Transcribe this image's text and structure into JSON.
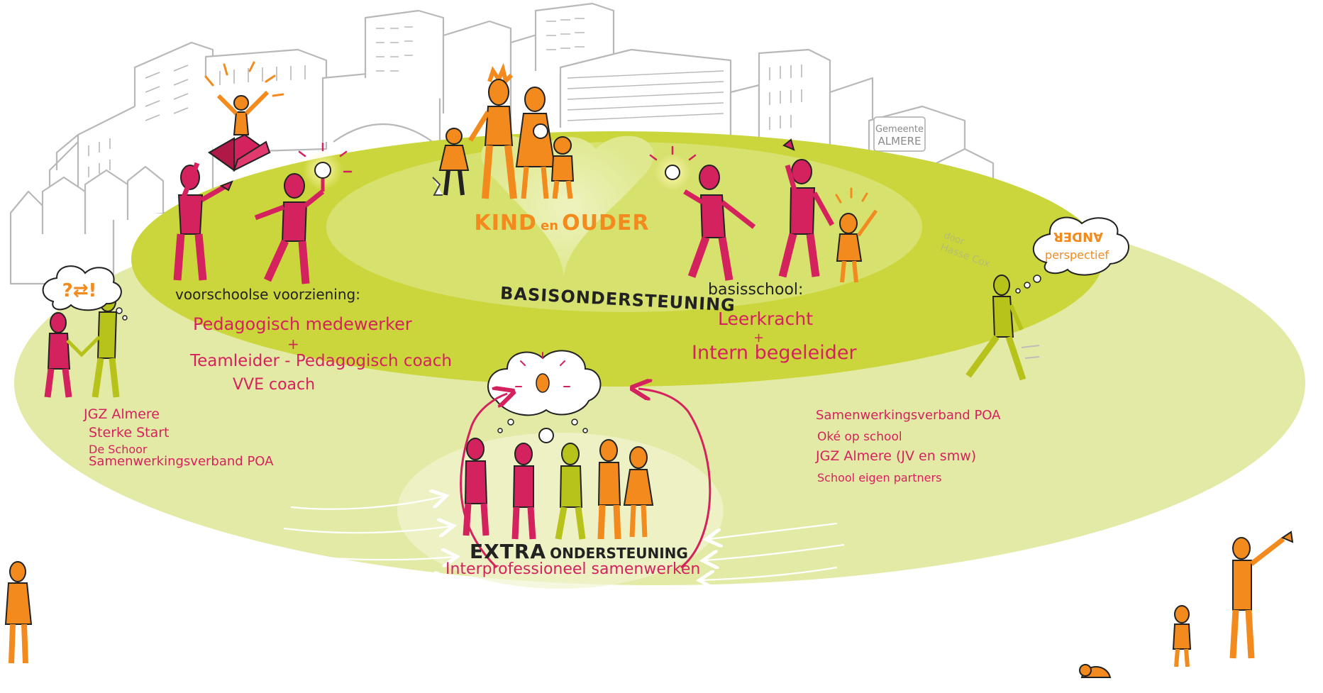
{
  "colors": {
    "magenta": "#d4225e",
    "orange": "#f28a1e",
    "lime": "#b7c21a",
    "light_green": "#e3eaa5",
    "inner_green": "#cbd63c",
    "city_grey": "#b8b8b8"
  },
  "center": {
    "kind": "KIND",
    "en": "en",
    "ouder": "OUDER",
    "basis": "BASISONDERSTEUNING"
  },
  "left_box": {
    "heading": "voorschoolse voorziening:",
    "line1": "Pedagogisch medewerker",
    "plus": "+",
    "line2": "Teamleider - Pedagogisch coach",
    "line3": "VVE coach"
  },
  "right_box": {
    "heading": "basisschool:",
    "line1": "Leerkracht",
    "plus": "+",
    "line2": "Intern begeleider"
  },
  "left_partners": [
    "JGZ Almere",
    "Sterke Start",
    "De Schoor",
    "Samenwerkingsverband POA"
  ],
  "right_partners": [
    "Samenwerkingsverband POA",
    "Oké op school",
    "JGZ Almere (JV en smw)",
    "School eigen partners"
  ],
  "extra": {
    "extra": "EXTRA",
    "onder": "ONDERSTEUNING",
    "inter": "Interprofessioneel samenwerken"
  },
  "bubbles": {
    "left_symbols": "?⇄!",
    "right_top": "ANDER",
    "right_bottom": "perspectief"
  },
  "city": {
    "sign_line1": "Gemeente",
    "sign_line2": "ALMERE",
    "credit1": "door",
    "credit2": "Hasse Cox"
  }
}
